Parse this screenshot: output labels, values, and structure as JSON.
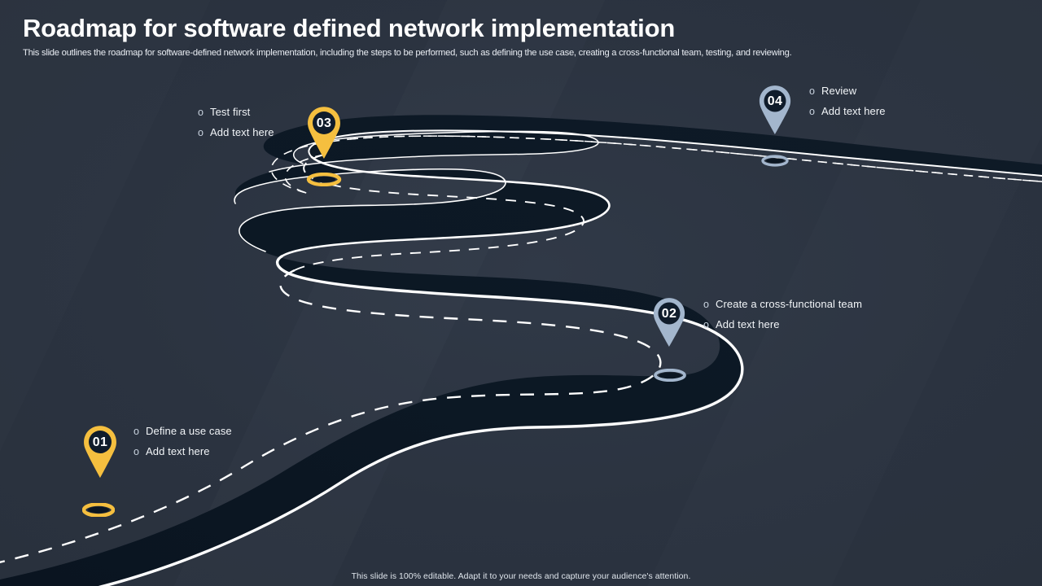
{
  "header": {
    "title": "Roadmap for software defined network implementation",
    "subtitle": "This slide outlines the roadmap for software-defined network implementation, including the steps to be performed, such as defining the use case, creating a cross-functional team, testing, and reviewing."
  },
  "footer": {
    "note": "This slide is 100% editable. Adapt it to your needs and capture your audience's attention."
  },
  "colors": {
    "background": "#2b3340",
    "road_surface": "#0b1622",
    "road_edge_line": "#ffffff",
    "road_center_dash": "#ffffff",
    "accent_yellow": "#f5bf3f",
    "accent_blue": "#a3b6cd",
    "pin_inner": "#101c2b",
    "text_primary": "#f2f5f8",
    "bullet": "#c8d2de"
  },
  "bullet_glyph": "o",
  "milestones": [
    {
      "number": "01",
      "color": "accent_yellow",
      "label_side": "right",
      "items": [
        "Define  a use case",
        "Add text here"
      ]
    },
    {
      "number": "02",
      "color": "accent_blue",
      "label_side": "right",
      "items": [
        "Create  a cross-functional  team",
        "Add text here"
      ]
    },
    {
      "number": "03",
      "color": "accent_yellow",
      "label_side": "left",
      "items": [
        "Test first",
        "Add text here"
      ]
    },
    {
      "number": "04",
      "color": "accent_blue",
      "label_side": "right",
      "items": [
        "Review",
        "Add text here"
      ]
    }
  ],
  "road": {
    "type": "winding-perspective-path",
    "direction": "bottom-left to top-right",
    "lane_markings": "solid white outer edge, dashed white centerline"
  }
}
